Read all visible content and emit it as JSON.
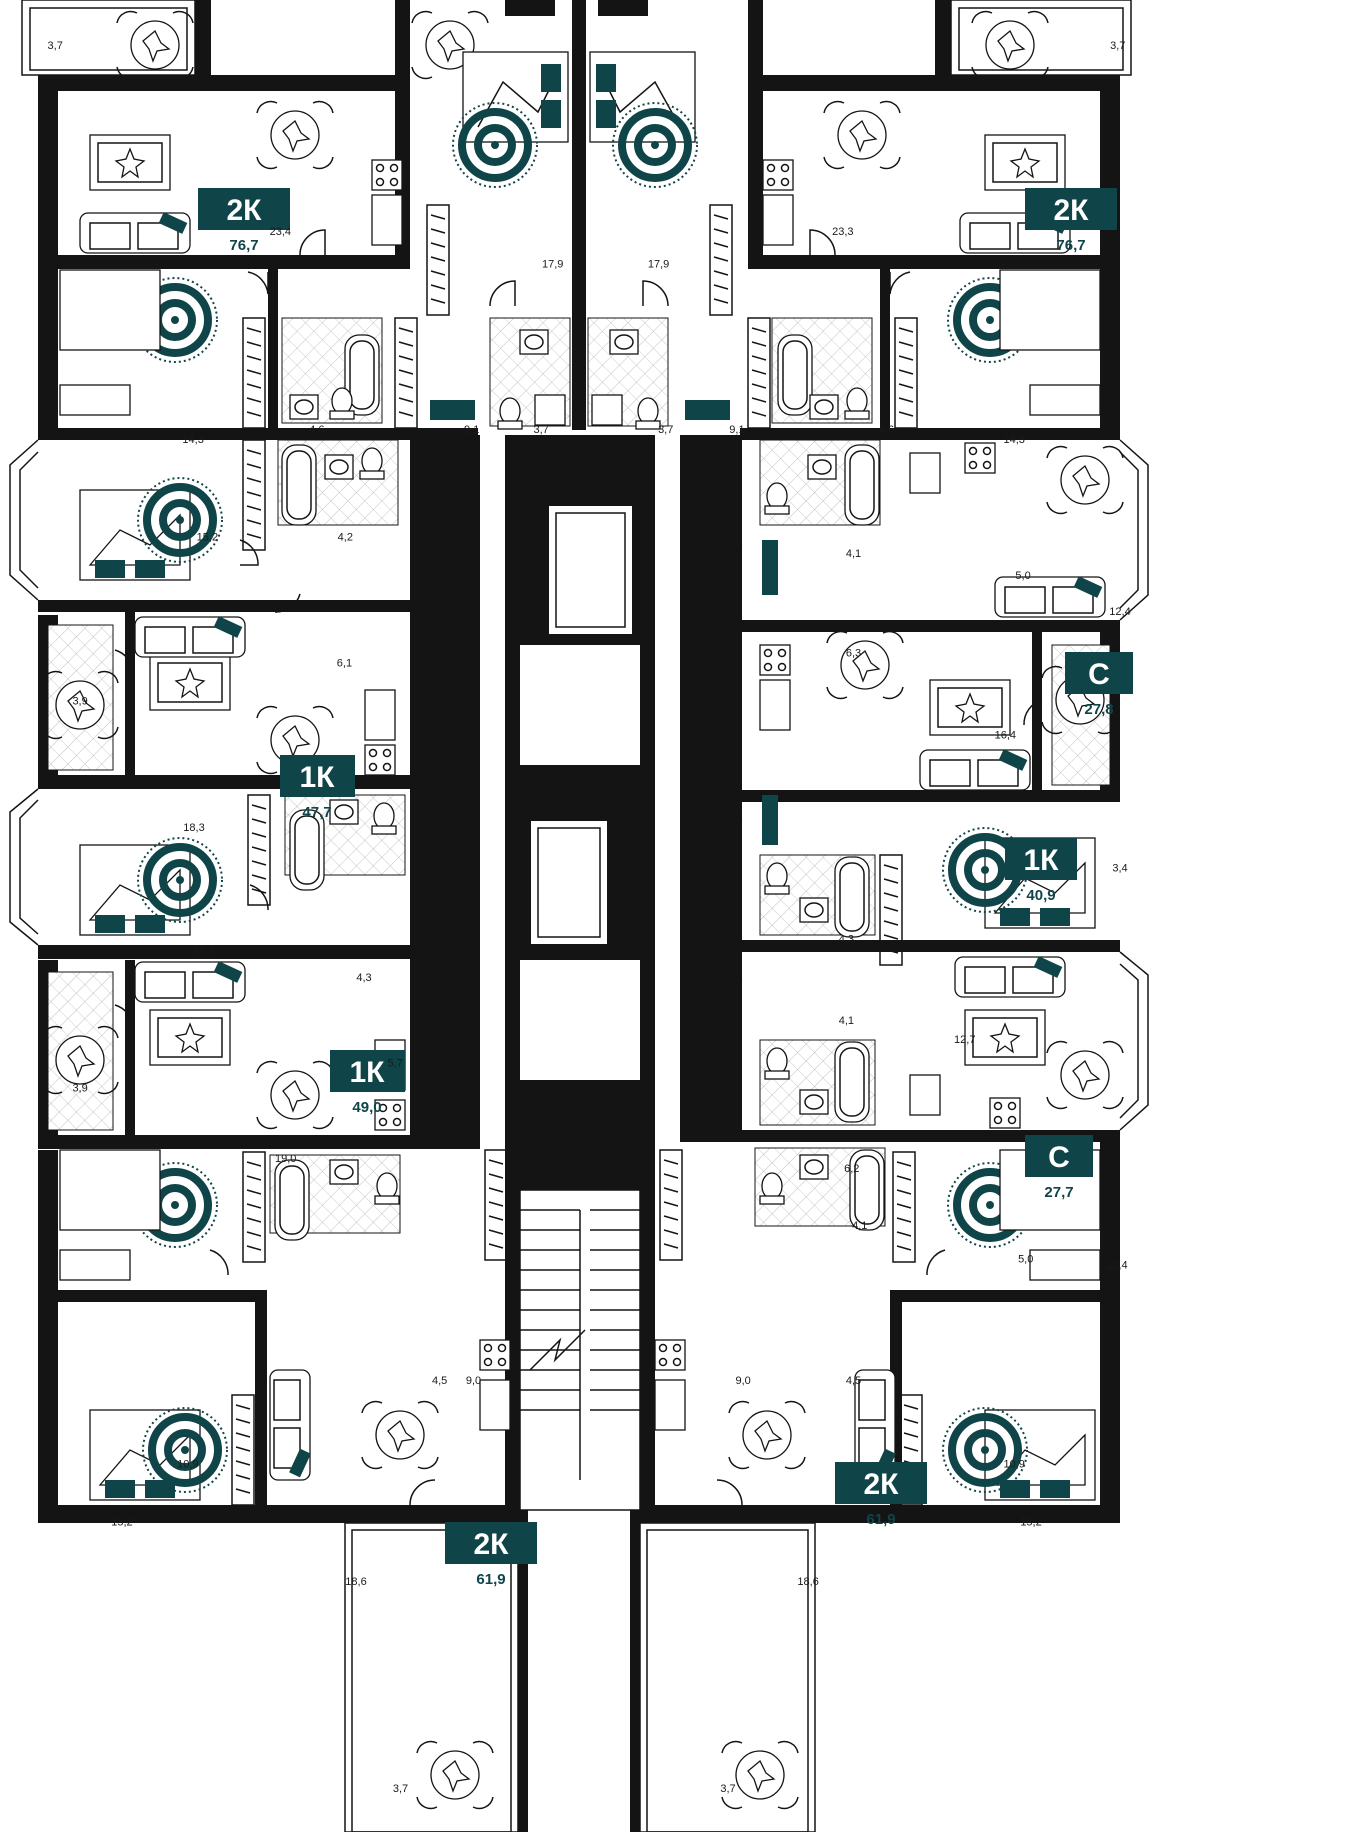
{
  "colors": {
    "wall": "#141414",
    "accent": "#0f4548",
    "background": "#ffffff"
  },
  "apartments": [
    {
      "id": "a1",
      "type": "2К",
      "area": "76,7"
    },
    {
      "id": "a2",
      "type": "2К",
      "area": "76,7"
    },
    {
      "id": "a3",
      "type": "1К",
      "area": "47,7"
    },
    {
      "id": "a4",
      "type": "С",
      "area": "27,8"
    },
    {
      "id": "a5",
      "type": "1К",
      "area": "40,9"
    },
    {
      "id": "a6",
      "type": "1К",
      "area": "49,0"
    },
    {
      "id": "a7",
      "type": "С",
      "area": "27,7"
    },
    {
      "id": "a8",
      "type": "2К",
      "area": "61,9"
    },
    {
      "id": "a9",
      "type": "2К",
      "area": "61,9"
    }
  ],
  "rooms": [
    "3,7",
    "3,7",
    "23,4",
    "23,3",
    "17,9",
    "17,9",
    "14,3",
    "14,3",
    "4,6",
    "4,6",
    "9,1",
    "9,1",
    "3,7",
    "3,7",
    "15,2",
    "4,2",
    "4,1",
    "5,0",
    "12,4",
    "6,1",
    "6,3",
    "3,9",
    "18,3",
    "16,4",
    "3,4",
    "16,1",
    "4,3",
    "4,3",
    "4,1",
    "12,7",
    "5,7",
    "3,9",
    "19,0",
    "6,2",
    "4,1",
    "5,0",
    "12,4",
    "9,0",
    "4,5",
    "9,0",
    "4,5",
    "10,9",
    "10,9",
    "15,2",
    "18,6",
    "18,6",
    "15,2",
    "3,7",
    "3,7"
  ]
}
